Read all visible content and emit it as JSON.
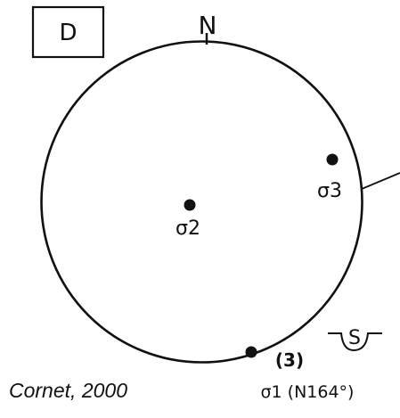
{
  "panel_label": "D",
  "north_label": "N",
  "points": {
    "sigma1": {
      "label": "σ1 (N164°)"
    },
    "sigma2": {
      "label": "σ2"
    },
    "sigma3": {
      "label": "σ3"
    }
  },
  "group_label": "(3)",
  "sense_symbol_label": "S",
  "citation": "Cornet, 2000",
  "colors": {
    "ink": "#111111",
    "background": "#ffffff"
  }
}
